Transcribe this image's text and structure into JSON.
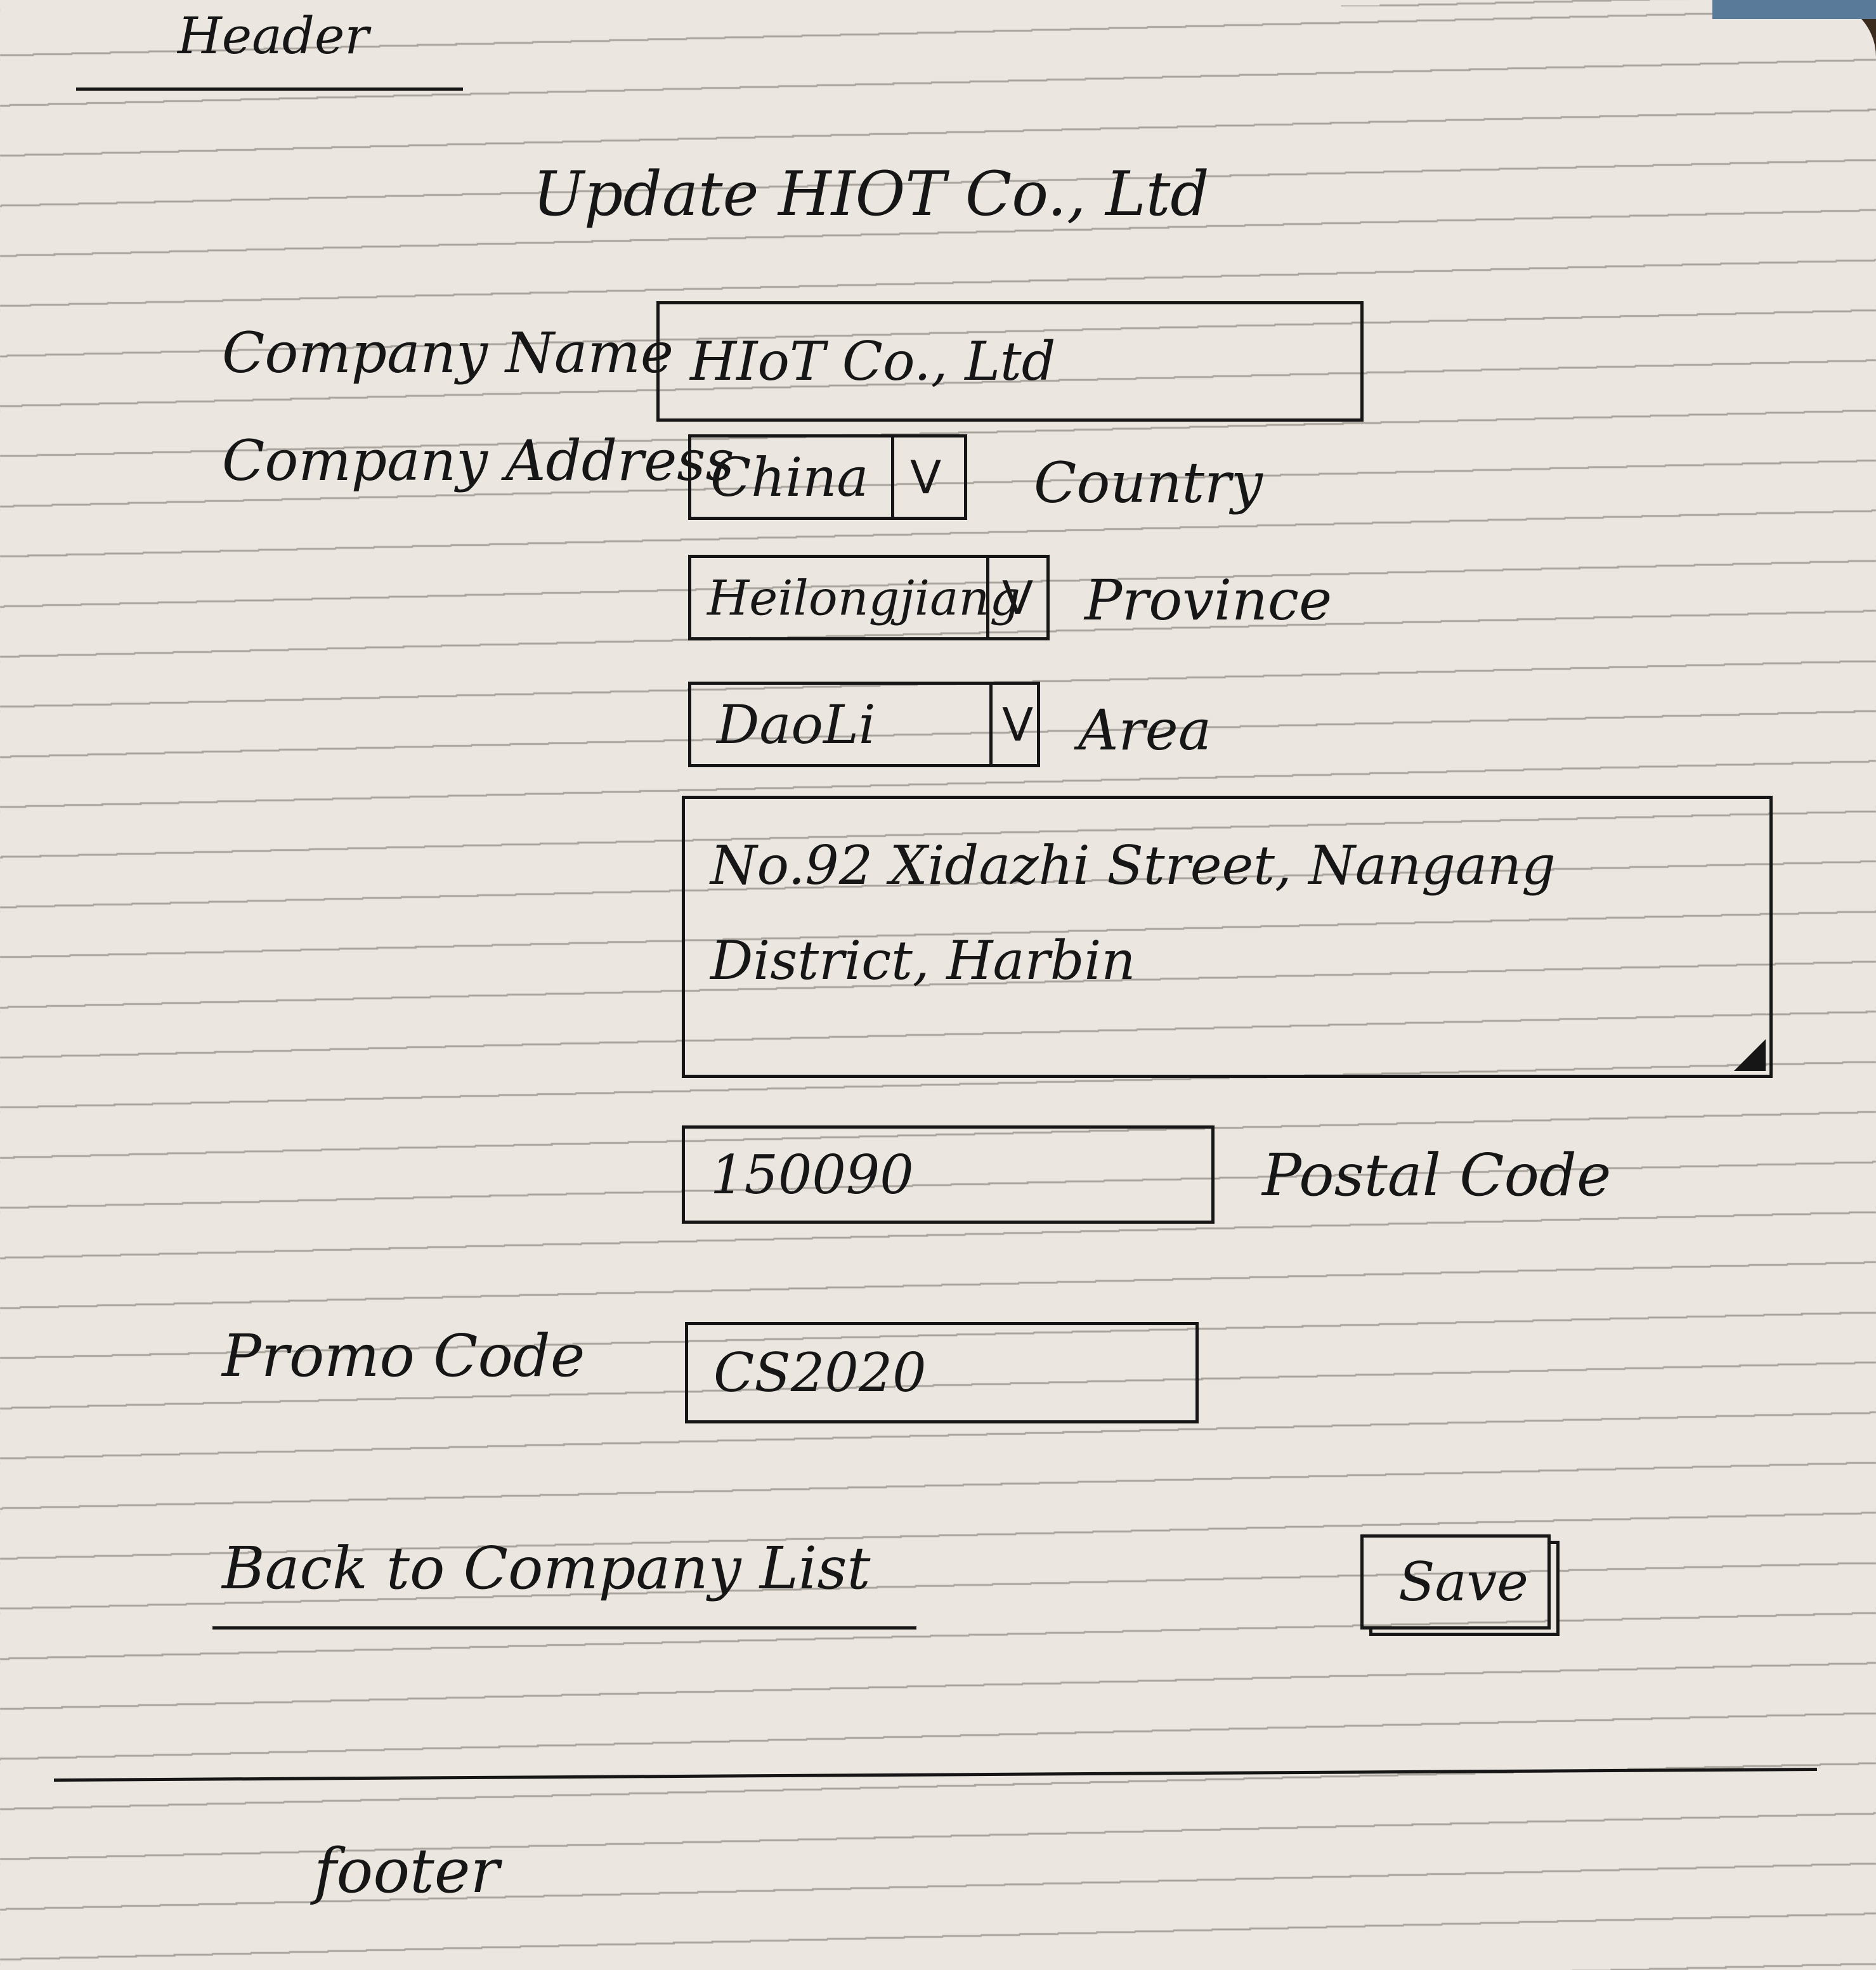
{
  "header": {
    "label": "Header"
  },
  "page": {
    "title": "Update HIOT Co., Ltd"
  },
  "form": {
    "company_name": {
      "label": "Company Name",
      "value": "HIoT Co., Ltd"
    },
    "company_address": {
      "label": "Company Address",
      "country": {
        "value": "China",
        "label": "Country"
      },
      "province": {
        "value": "Heilongjiang",
        "label": "Province"
      },
      "area": {
        "value": "DaoLi",
        "label": "Area"
      },
      "street": {
        "value": "No.92 Xidazhi Street, Nangang District, Harbin"
      },
      "postal_code": {
        "value": "150090",
        "label": "Postal Code"
      }
    },
    "promo_code": {
      "label": "Promo Code",
      "value": "CS2020"
    }
  },
  "actions": {
    "back_link": "Back to Company List",
    "save_label": "Save",
    "dropdown_glyph": "V"
  },
  "footer": {
    "label": "footer"
  }
}
